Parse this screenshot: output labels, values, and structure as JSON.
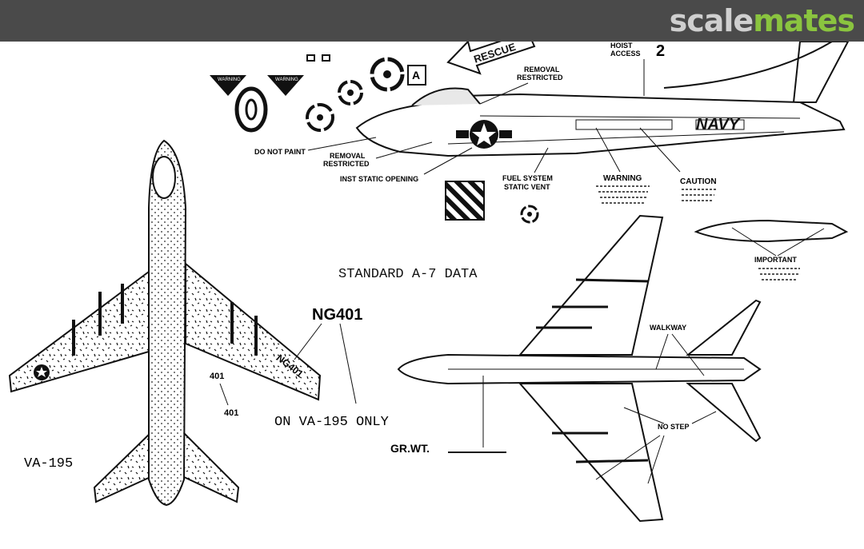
{
  "header": {
    "logo_part1": "scale",
    "logo_part2": "mates"
  },
  "side_view": {
    "rescue": "RESCUE",
    "hoist_line1": "HOIST",
    "hoist_line2": "ACCESS",
    "hoist_number": "2",
    "warning_small": "WARNING",
    "removal_restricted_line1": "REMOVAL",
    "removal_restricted_line2": "RESTRICTED",
    "do_not_paint": "DO NOT PAINT",
    "inst_static_opening": "INST STATIC OPENING",
    "fuel_system_line1": "FUEL SYSTEM",
    "fuel_system_line2": "STATIC VENT",
    "warning": "WARNING",
    "caution": "CAUTION",
    "navy": "NAVY",
    "badge_a": "A"
  },
  "data_title": "STANDARD A-7 DATA",
  "important": "IMPORTANT",
  "walkway": "WALKWAY",
  "no_step": "NO STEP",
  "gr_wt": "GR.WT.",
  "ng401": "NG401",
  "ng401_wing": "NG401",
  "code_401": "401",
  "on_va195": "ON VA-195 ONLY",
  "va195": "VA-195"
}
